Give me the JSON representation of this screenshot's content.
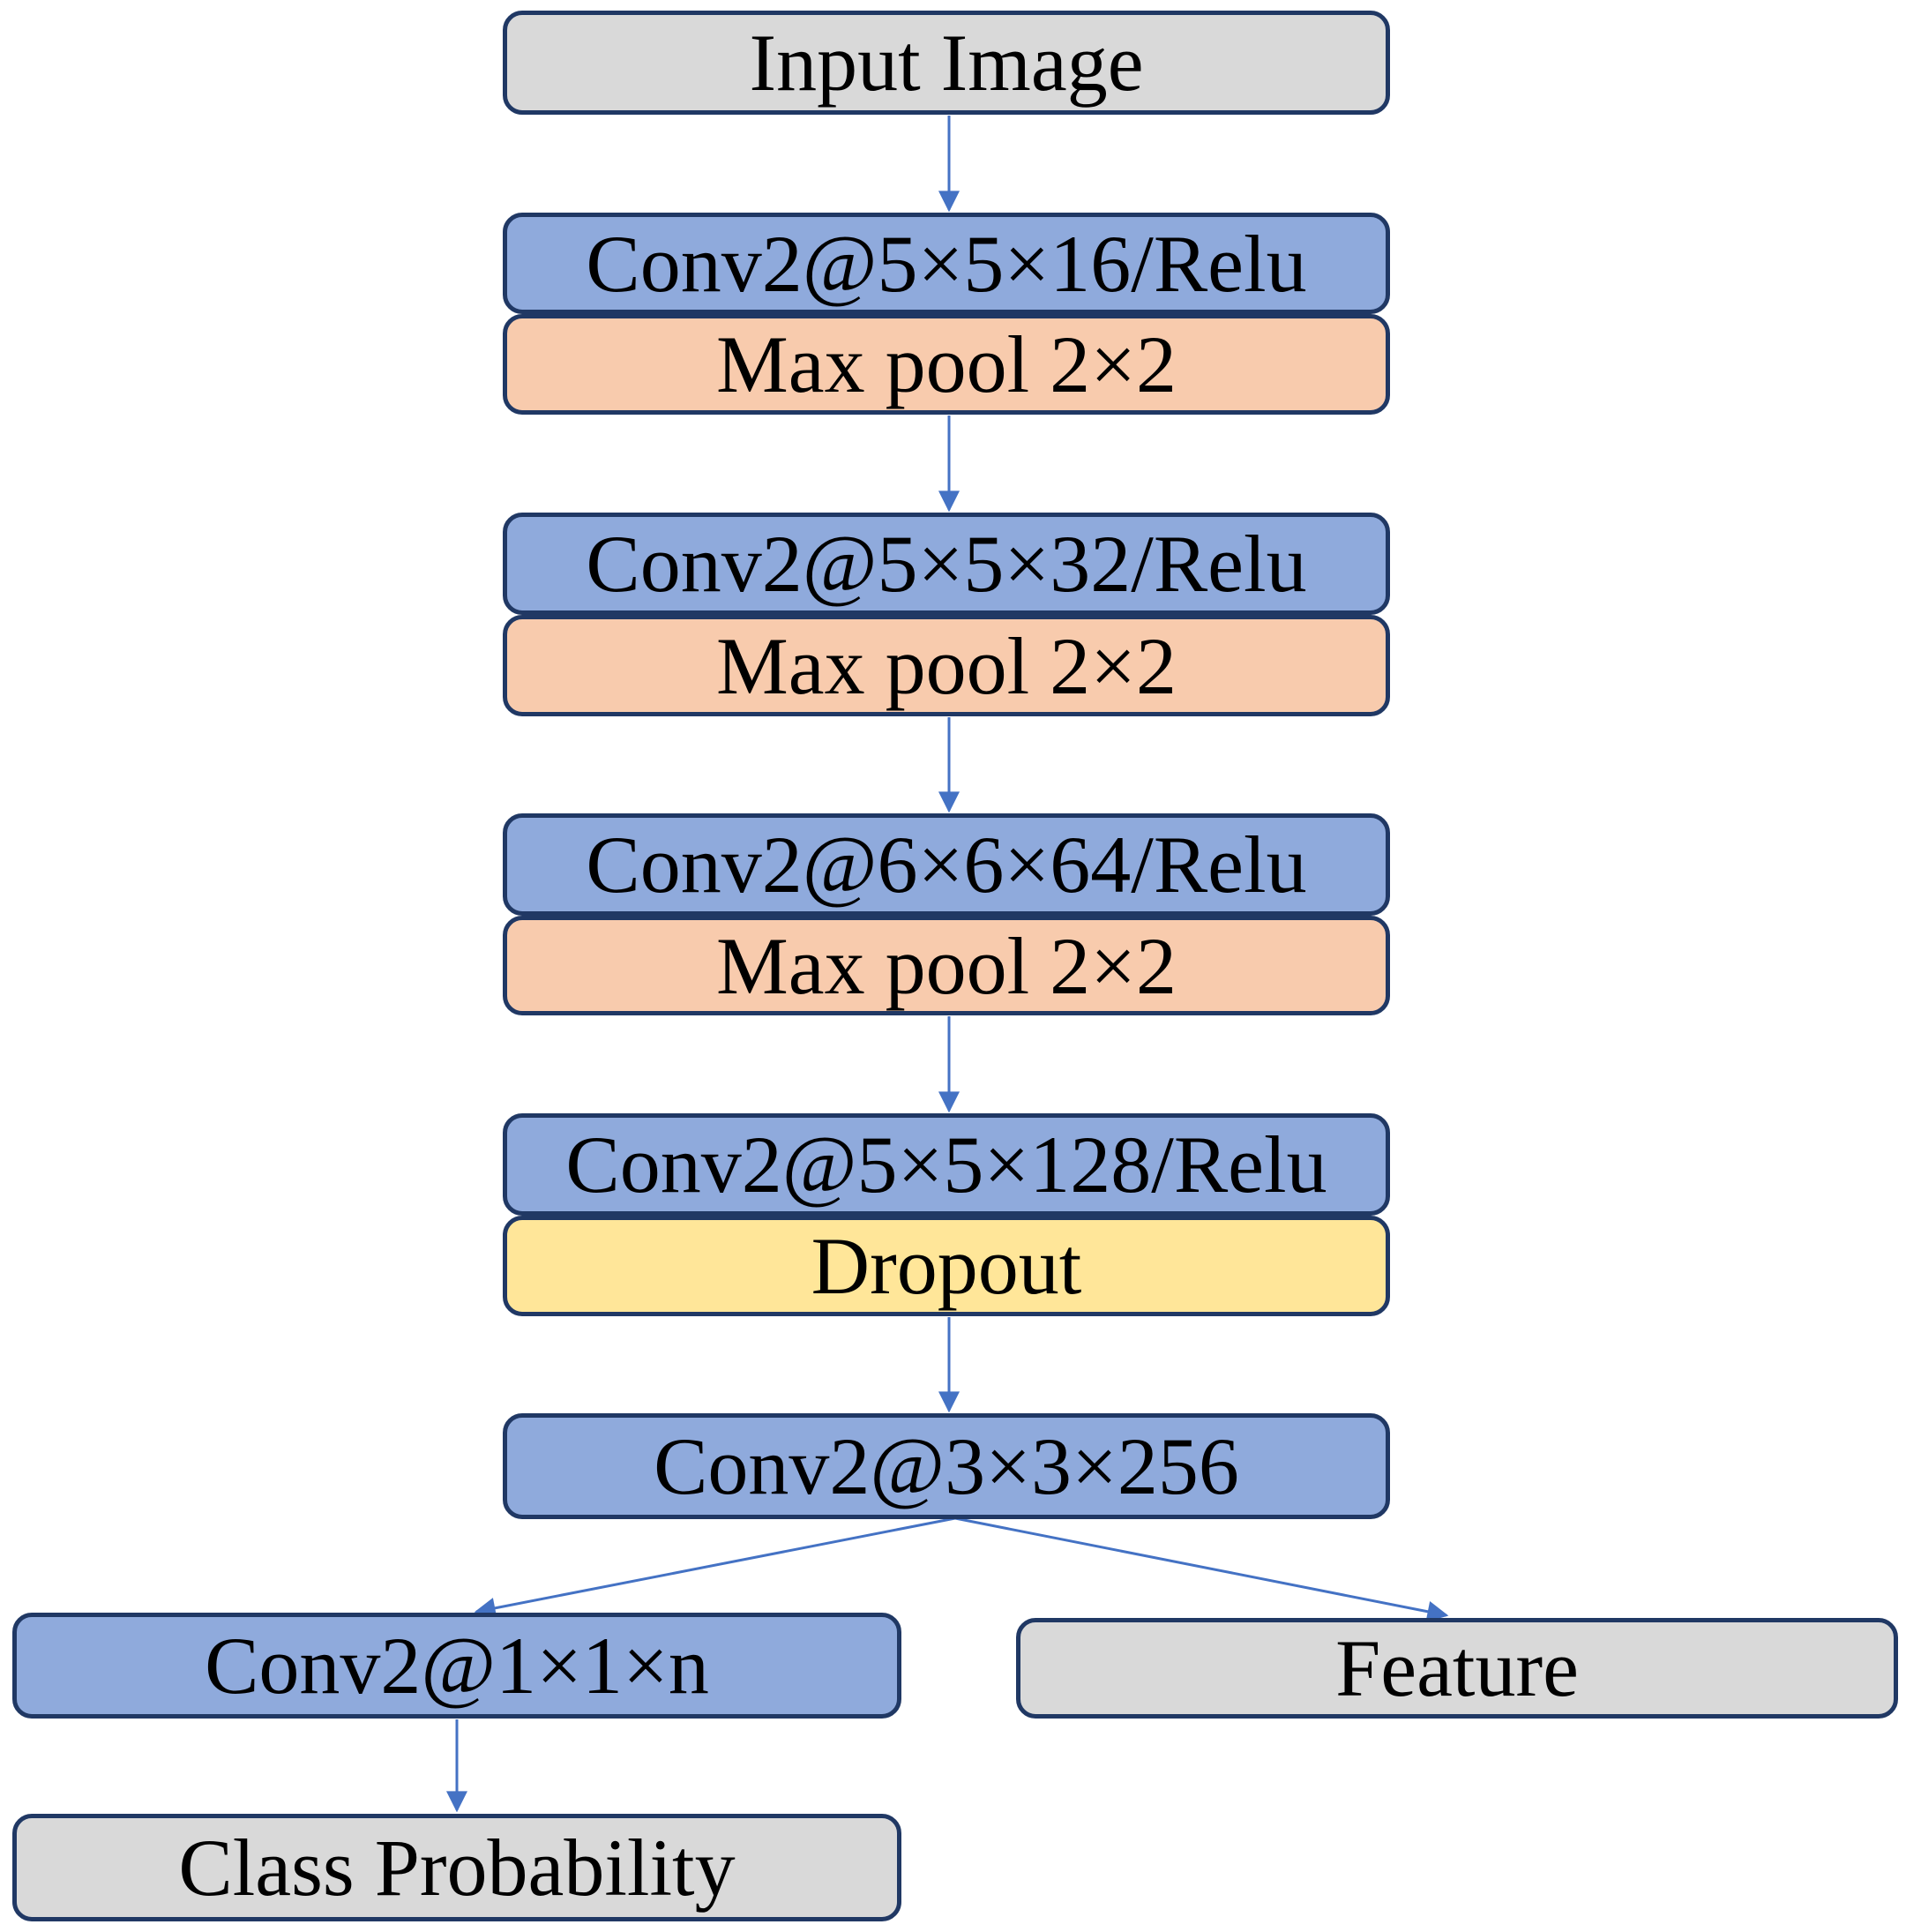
{
  "diagram": {
    "type": "flowchart",
    "colors": {
      "conv_fill": "#8faadc",
      "pool_fill": "#f8cbad",
      "dropout_fill": "#ffe699",
      "io_fill": "#d9d9d9",
      "node_border": "#203864",
      "arrow": "#4472c4"
    },
    "nodes": {
      "input": {
        "label": "Input Image",
        "kind": "io"
      },
      "conv1": {
        "label": "Conv2@5×5×16/Relu",
        "kind": "conv"
      },
      "pool1": {
        "label": "Max pool 2×2",
        "kind": "pool"
      },
      "conv2": {
        "label": "Conv2@5×5×32/Relu",
        "kind": "conv"
      },
      "pool2": {
        "label": "Max pool 2×2",
        "kind": "pool"
      },
      "conv3": {
        "label": "Conv2@6×6×64/Relu",
        "kind": "conv"
      },
      "pool3": {
        "label": "Max pool 2×2",
        "kind": "pool"
      },
      "conv4": {
        "label": "Conv2@5×5×128/Relu",
        "kind": "conv"
      },
      "dropout": {
        "label": "Dropout",
        "kind": "dropout"
      },
      "conv5": {
        "label": "Conv2@3×3×256",
        "kind": "conv"
      },
      "conv6": {
        "label": "Conv2@1×1×n",
        "kind": "conv"
      },
      "feature": {
        "label": "Feature",
        "kind": "io"
      },
      "class_probability": {
        "label": "Class Probability",
        "kind": "io"
      }
    },
    "edges": [
      {
        "from": "input",
        "to": "conv1"
      },
      {
        "from": "pool1",
        "to": "conv2"
      },
      {
        "from": "pool2",
        "to": "conv3"
      },
      {
        "from": "pool3",
        "to": "conv4"
      },
      {
        "from": "dropout",
        "to": "conv5"
      },
      {
        "from": "conv5",
        "to": "conv6"
      },
      {
        "from": "conv5",
        "to": "feature"
      },
      {
        "from": "conv6",
        "to": "class_probability"
      }
    ]
  }
}
